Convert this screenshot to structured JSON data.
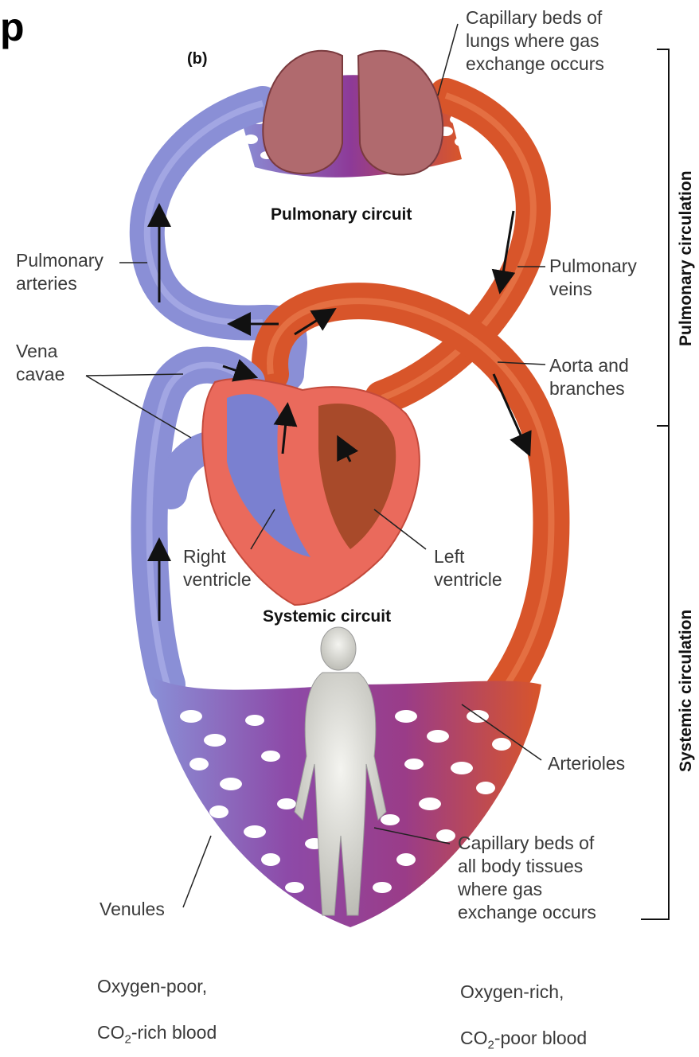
{
  "corner_letter": "p",
  "panel_letter": "(b)",
  "labels": {
    "capillary_lungs": "Capillary beds of\nlungs where gas\nexchange occurs",
    "pulmonary_circuit": "Pulmonary circuit",
    "pulmonary_arteries": "Pulmonary\narteries",
    "pulmonary_veins": "Pulmonary\nveins",
    "vena_cavae": "Vena\ncavae",
    "aorta": "Aorta and\nbranches",
    "right_ventricle": "Right\nventricle",
    "left_ventricle": "Left\nventricle",
    "systemic_circuit": "Systemic circuit",
    "arterioles": "Arterioles",
    "capillary_body": "Capillary beds of\nall body tissues\nwhere gas\nexchange occurs",
    "venules": "Venules",
    "oxygen_poor_line1": "Oxygen-poor,",
    "oxygen_poor_line2_pre": "CO",
    "oxygen_poor_line2_sub": "2",
    "oxygen_poor_line2_post": "-rich blood",
    "oxygen_rich_line1": "Oxygen-rich,",
    "oxygen_rich_line2_pre": "CO",
    "oxygen_rich_line2_sub": "2",
    "oxygen_rich_line2_post": "-poor blood"
  },
  "brackets": {
    "pulmonary_circulation": "Pulmonary circulation",
    "systemic_circulation": "Systemic circulation"
  },
  "colors": {
    "oxygen_poor": "#8a8fd6",
    "oxygen_rich": "#d8552a",
    "capillary_mix": "#8a3a9a",
    "heart_muscle": "#ea6a5c",
    "lungs": "#b06a6e"
  }
}
